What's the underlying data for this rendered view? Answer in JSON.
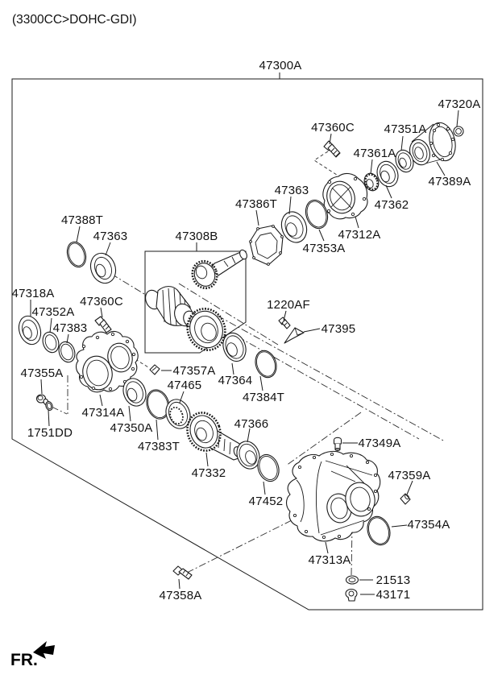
{
  "page": {
    "title": "(3300CC>DOHC-GDI)"
  },
  "diagram": {
    "assembly_callout": "47300A",
    "fr_marker": "FR.",
    "callouts": [
      {
        "text": "47320A"
      },
      {
        "text": "47360C"
      },
      {
        "text": "47351A"
      },
      {
        "text": "47361A"
      },
      {
        "text": "47389A"
      },
      {
        "text": "47362"
      },
      {
        "text": "47363"
      },
      {
        "text": "47386T"
      },
      {
        "text": "47353A"
      },
      {
        "text": "47312A"
      },
      {
        "text": "47388T"
      },
      {
        "text": "47363"
      },
      {
        "text": "47308B"
      },
      {
        "text": "47318A"
      },
      {
        "text": "47352A"
      },
      {
        "text": "47383"
      },
      {
        "text": "47360C"
      },
      {
        "text": "1220AF"
      },
      {
        "text": "47395"
      },
      {
        "text": "47355A"
      },
      {
        "text": "47357A"
      },
      {
        "text": "47465"
      },
      {
        "text": "47364"
      },
      {
        "text": "47384T"
      },
      {
        "text": "1751DD"
      },
      {
        "text": "47314A"
      },
      {
        "text": "47350A"
      },
      {
        "text": "47383T"
      },
      {
        "text": "47332"
      },
      {
        "text": "47366"
      },
      {
        "text": "47452"
      },
      {
        "text": "47349A"
      },
      {
        "text": "47359A"
      },
      {
        "text": "47354A"
      },
      {
        "text": "47313A"
      },
      {
        "text": "21513"
      },
      {
        "text": "43171"
      },
      {
        "text": "47358A"
      }
    ]
  }
}
